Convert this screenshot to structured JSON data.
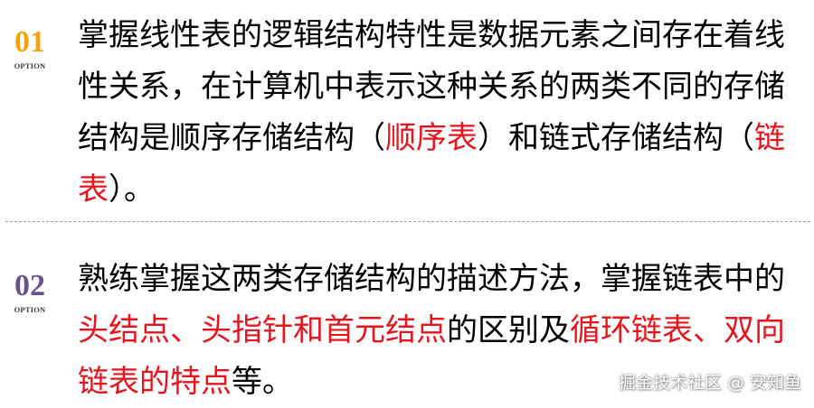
{
  "options": [
    {
      "number": "01",
      "label": "OPTION",
      "number_color": "#f5a30a",
      "segments": [
        {
          "text": "掌握线性表的逻辑结构特性是数据元素之间存在着线性关系，在计算机中表示这种关系的两类不同的存储结构是顺序存储结构（",
          "highlight": false
        },
        {
          "text": "顺序表",
          "highlight": true
        },
        {
          "text": "）和链式存储结构（",
          "highlight": false
        },
        {
          "text": "链表",
          "highlight": true
        },
        {
          "text": "）。",
          "highlight": false
        }
      ]
    },
    {
      "number": "02",
      "label": "OPTION",
      "number_color": "#6b4f93",
      "segments": [
        {
          "text": "熟练掌握这两类存储结构的描述方法，掌握链表中的",
          "highlight": false
        },
        {
          "text": "头结点、头指针和首元结点",
          "highlight": true
        },
        {
          "text": "的区别及",
          "highlight": false
        },
        {
          "text": "循环链表、双向链表的特点",
          "highlight": true
        },
        {
          "text": "等。",
          "highlight": false
        }
      ]
    }
  ],
  "highlight_color": "#e8141c",
  "watermark": "掘金技术社区 @ 安知鱼"
}
